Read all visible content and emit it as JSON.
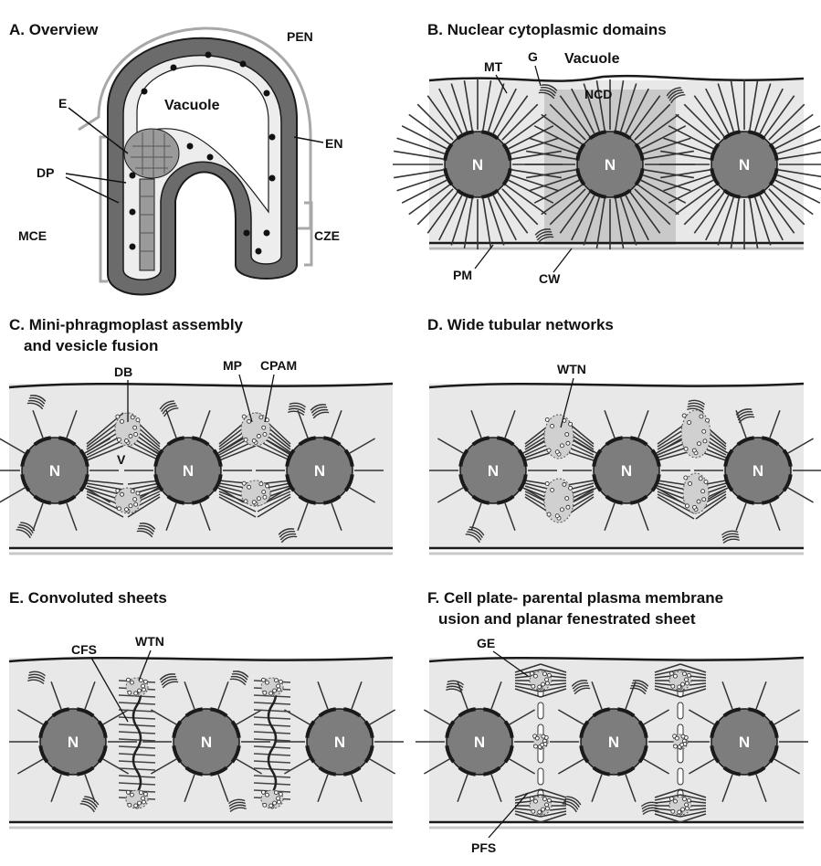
{
  "colors": {
    "cytoplasm": "#e8e8e8",
    "nucleus": "#7d7d7d",
    "ncd_domain": "#c9c9c9",
    "outline": "#1a1a1a",
    "endosperm_cell": "#6b6b6b",
    "embryo": "#9a9a9a"
  },
  "panel_a": {
    "title": "A. Overview",
    "labels": {
      "pen": "PEN",
      "vacuole": "Vacuole",
      "e": "E",
      "en": "EN",
      "dp": "DP",
      "mce": "MCE",
      "cze": "CZE"
    }
  },
  "panel_b": {
    "title": "B. Nuclear cytoplasmic domains",
    "labels": {
      "mt": "MT",
      "g": "G",
      "vacuole": "Vacuole",
      "ncd": "NCD",
      "pm": "PM",
      "cw": "CW"
    },
    "nucleus_label": "N"
  },
  "panel_c": {
    "title_line1": "C. Mini-phragmoplast assembly",
    "title_line2": "and vesicle fusion",
    "labels": {
      "db": "DB",
      "mp": "MP",
      "cpam": "CPAM",
      "v": "V"
    },
    "nucleus_label": "N"
  },
  "panel_d": {
    "title": "D. Wide tubular networks",
    "labels": {
      "wtn": "WTN"
    },
    "nucleus_label": "N"
  },
  "panel_e": {
    "title": "E. Convoluted sheets",
    "labels": {
      "cfs": "CFS",
      "wtn": "WTN"
    },
    "nucleus_label": "N"
  },
  "panel_f": {
    "title_line1": "F. Cell plate- parental plasma membrane",
    "title_line2": "usion and planar fenestrated sheet",
    "labels": {
      "ge": "GE",
      "pfs": "PFS"
    },
    "nucleus_label": "N"
  }
}
